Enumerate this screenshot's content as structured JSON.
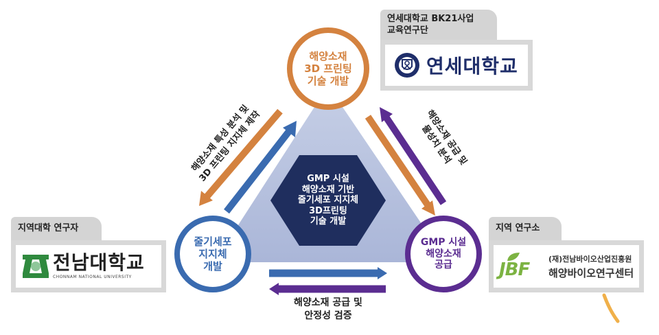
{
  "center": {
    "lines": [
      "GMP 시설",
      "해양소재 기반",
      "줄기세포 지지체",
      "3D프린팅",
      "기술 개발"
    ]
  },
  "nodes": {
    "top": {
      "lines": [
        "해양소재",
        "3D 프린팅",
        "기술 개발"
      ],
      "color": "#d4823f"
    },
    "left": {
      "lines": [
        "줄기세포",
        "지지체",
        "개발"
      ],
      "color": "#3a6bb0"
    },
    "right": {
      "lines": [
        "GMP 시설",
        "해양소재",
        "공급"
      ],
      "color": "#5b2d91"
    }
  },
  "edges": {
    "left": {
      "lines": [
        "해양소재 특성 분석 및",
        "3D 프린팅 지지체 제작"
      ]
    },
    "right": {
      "lines": [
        "해양소재 공급 및",
        "물성치 분석"
      ]
    },
    "bottom": {
      "lines": [
        "해양소재 공급 및",
        "안정성 검증"
      ]
    }
  },
  "partners": {
    "yonsei": {
      "tab_lines": [
        "연세대학교 BK21사업",
        "교육연구단"
      ],
      "name": "연세대학교"
    },
    "chonnam": {
      "tab": "지역대학 연구자",
      "name": "전남대학교",
      "subname": "CHONNAM NATIONAL UNIVERSITY"
    },
    "jbf": {
      "tab": "지역 연구소",
      "logo": "JBF",
      "line1": "(재)전남바이오산업진흥원",
      "line2": "해양바이오연구센터"
    }
  },
  "colors": {
    "orange": "#d4823f",
    "blue": "#3a6bb0",
    "purple": "#5b2d91",
    "triangle": "#b9c3de",
    "hexagon": "#1f2e5e"
  }
}
